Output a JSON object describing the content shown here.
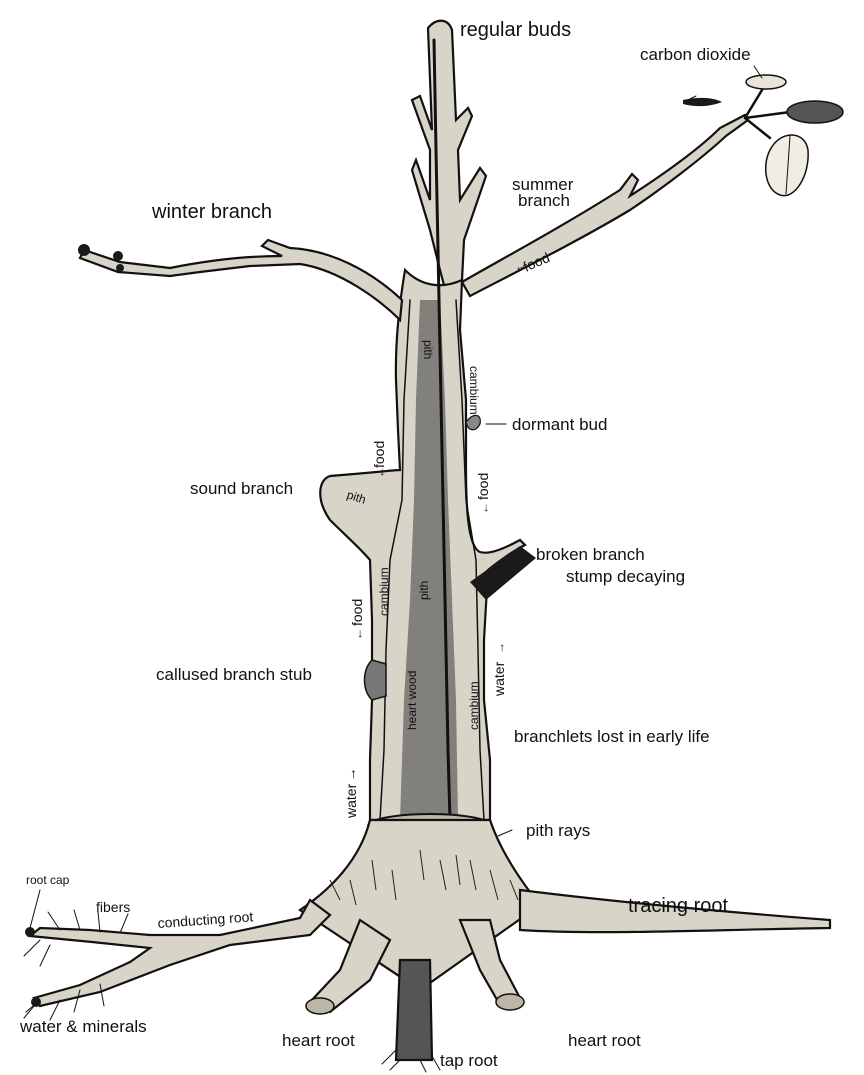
{
  "labels": {
    "regular_buds": "regular buds",
    "carbon_dioxide": "carbon dioxide",
    "summer_branch_1": "summer",
    "summer_branch_2": "branch",
    "winter_branch": "winter branch",
    "food": "food",
    "dormant_bud": "dormant bud",
    "sound_branch": "sound branch",
    "pith": "pith",
    "cambium": "cambium",
    "broken_branch_1": "broken branch",
    "broken_branch_2": "stump decaying",
    "callused_branch_stub": "callused branch stub",
    "water": "water",
    "branchlets_lost": "branchlets lost in early life",
    "heart_wood": "heart wood",
    "pith_rays": "pith rays",
    "root_cap": "root cap",
    "fibers": "fibers",
    "conducting_root": "conducting root",
    "tracing_root": "tracing root",
    "water_minerals": "water & minerals",
    "heart_root_left": "heart root",
    "heart_root_right": "heart root",
    "tap_root": "tap root"
  },
  "arrows": {
    "left": "←",
    "right": "→",
    "up": "↑",
    "down": "↓"
  }
}
